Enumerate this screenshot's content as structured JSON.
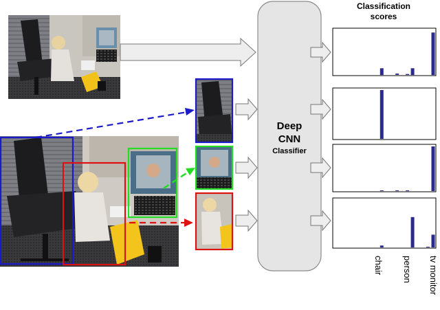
{
  "classifier": {
    "line1": "Deep",
    "line2": "CNN",
    "line3": "Classifier"
  },
  "scores_title": {
    "line1": "Classification",
    "line2": "scores"
  },
  "category_labels": [
    "chair",
    "person",
    "tv monitor"
  ],
  "box_colors": {
    "chair_box": "#1a1acc",
    "person_box": "#dd1111",
    "monitor_box": "#22dd22"
  },
  "bar_color": "#2b2b8f",
  "chart_data": [
    {
      "type": "bar",
      "title": "",
      "num_bins": 20,
      "values": [
        0,
        0,
        0,
        0,
        0,
        0,
        0,
        0,
        0,
        0.15,
        0,
        0,
        0.03,
        0,
        0.02,
        0.15,
        0,
        0,
        0,
        0.95
      ],
      "ylim": [
        0,
        1
      ],
      "xlabel": "",
      "ylabel": ""
    },
    {
      "type": "bar",
      "title": "",
      "num_bins": 20,
      "values": [
        0,
        0,
        0,
        0,
        0,
        0,
        0,
        0,
        0,
        1.0,
        0,
        0,
        0,
        0,
        0,
        0,
        0,
        0,
        0,
        0
      ],
      "ylim": [
        0,
        1
      ],
      "xlabel": "",
      "ylabel": ""
    },
    {
      "type": "bar",
      "title": "",
      "num_bins": 20,
      "values": [
        0,
        0,
        0,
        0,
        0,
        0,
        0,
        0,
        0,
        0.01,
        0,
        0,
        0.01,
        0,
        0.01,
        0,
        0,
        0,
        0,
        1.0
      ],
      "ylim": [
        0,
        1
      ],
      "xlabel": "",
      "ylabel": ""
    },
    {
      "type": "bar",
      "title": "",
      "num_bins": 20,
      "values": [
        0,
        0,
        0,
        0,
        0,
        0,
        0,
        0,
        0,
        0.04,
        0,
        0,
        0,
        0,
        0,
        0.64,
        0,
        0,
        0.01,
        0.27
      ],
      "ylim": [
        0,
        1
      ],
      "xlabel": "",
      "ylabel": ""
    }
  ]
}
